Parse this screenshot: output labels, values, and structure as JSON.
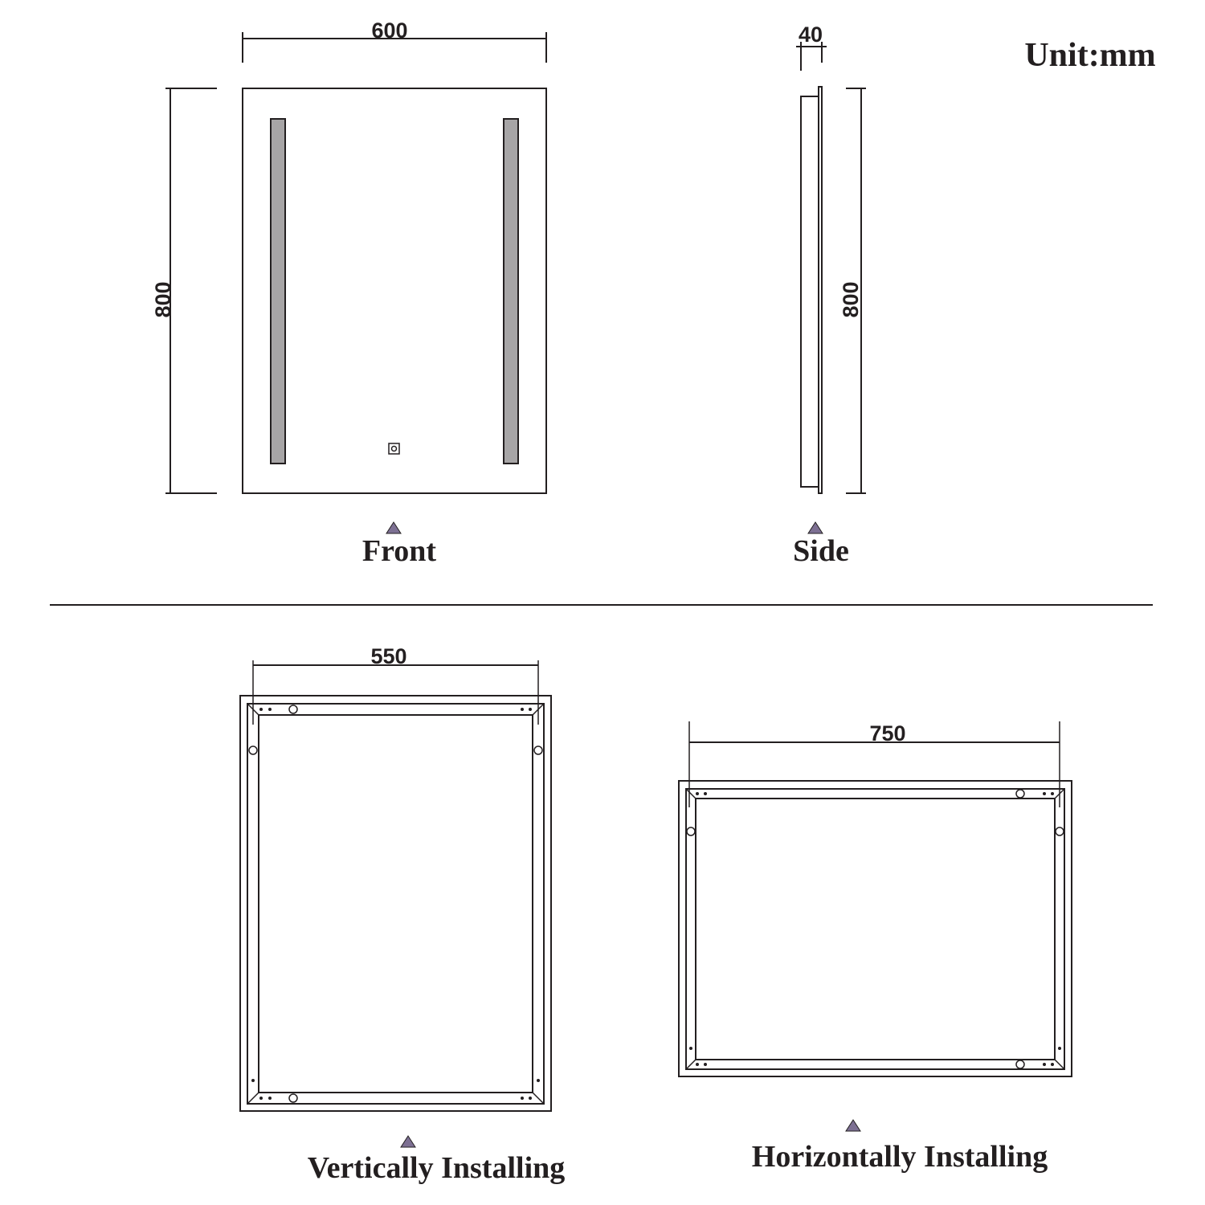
{
  "unit_label": "Unit:mm",
  "front": {
    "label": "Front",
    "width": "600",
    "height": "800"
  },
  "side": {
    "label": "Side",
    "depth": "40",
    "height": "800"
  },
  "vertical": {
    "label": "Vertically Installing",
    "spacing": "550"
  },
  "horizontal": {
    "label": "Horizontally Installing",
    "spacing": "750"
  },
  "colors": {
    "line": "#231f20",
    "strip": "#a7a5a6",
    "marker": "#7d7093"
  }
}
